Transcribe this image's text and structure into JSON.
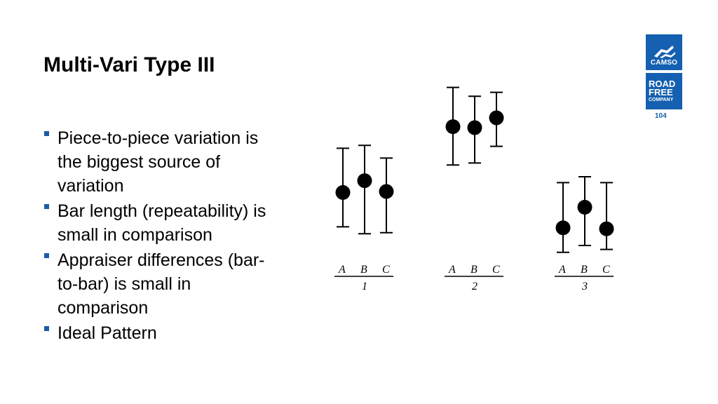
{
  "slide": {
    "title": "Multi-Vari Type III",
    "bullets": [
      "Piece-to-piece variation is the biggest source of variation",
      "Bar length (repeatability) is small in comparison",
      "Appraiser differences (bar-to-bar) is small in comparison",
      "Ideal Pattern"
    ],
    "page_number": "104"
  },
  "logo": {
    "brand": "CAMSO",
    "tagline_lines": [
      "ROAD",
      "FREE",
      "COMPANY"
    ],
    "color": "#1560b0"
  },
  "chart_data": {
    "type": "scatter",
    "title": "",
    "groups": [
      {
        "label": "1",
        "appraisers": [
          "A",
          "B",
          "C"
        ],
        "mean": [
          2.7,
          3.3,
          2.75
        ],
        "high": [
          4.95,
          5.1,
          4.45
        ],
        "low": [
          0.95,
          0.6,
          0.65
        ]
      },
      {
        "label": "2",
        "appraisers": [
          "A",
          "B",
          "C"
        ],
        "mean": [
          6.05,
          6.0,
          6.5
        ],
        "high": [
          8.05,
          7.6,
          7.8
        ],
        "low": [
          4.1,
          4.2,
          5.05
        ]
      },
      {
        "label": "3",
        "appraisers": [
          "A",
          "B",
          "C"
        ],
        "mean": [
          0.9,
          1.95,
          0.85
        ],
        "high": [
          3.2,
          3.5,
          3.2
        ],
        "low": [
          -0.35,
          0.0,
          -0.2
        ]
      }
    ],
    "grid": false,
    "legend": "none"
  }
}
